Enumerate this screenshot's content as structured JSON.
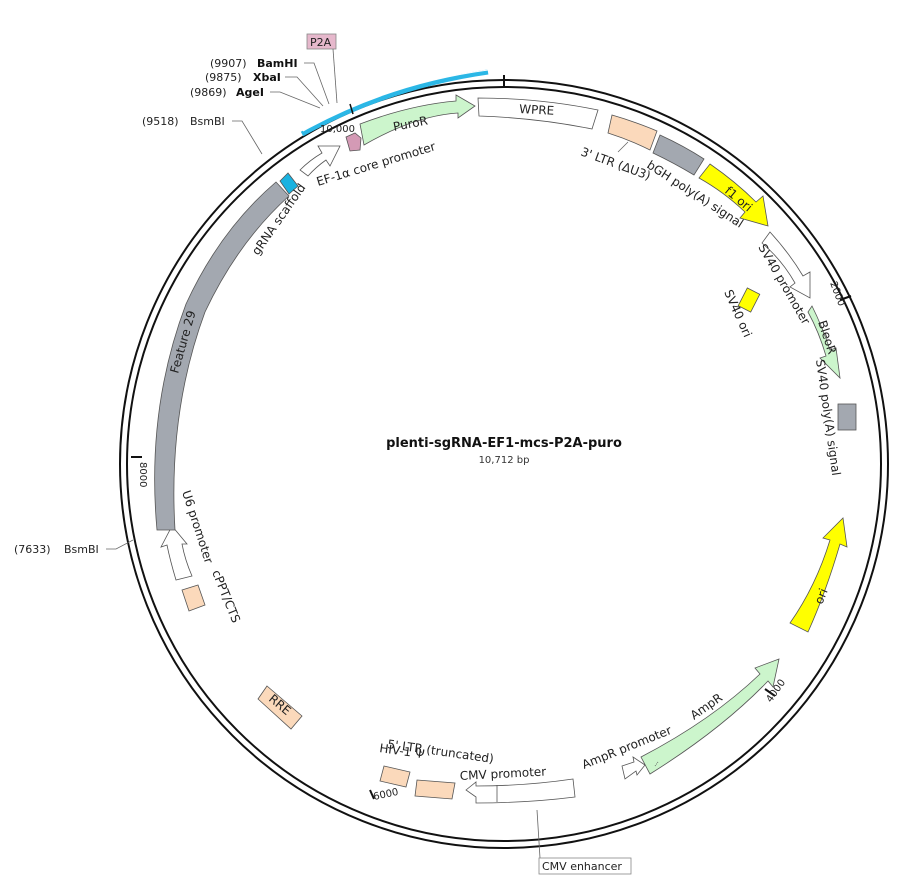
{
  "plasmid": {
    "name": "plenti-sgRNA-EF1-mcs-P2A-puro",
    "length_label": "10,712 bp",
    "total_bp": 10712
  },
  "ticks": [
    {
      "bp": 0,
      "label": ""
    },
    {
      "bp": 2000,
      "label": "2000"
    },
    {
      "bp": 4000,
      "label": "4000"
    },
    {
      "bp": 6000,
      "label": "6000"
    },
    {
      "bp": 8000,
      "label": "8000"
    },
    {
      "bp": 10000,
      "label": "10,000"
    }
  ],
  "restriction_sites": [
    {
      "pos": "(9907)",
      "name": "BamHI",
      "bold": true
    },
    {
      "pos": "(9875)",
      "name": "XbaI",
      "bold": true
    },
    {
      "pos": "(9869)",
      "name": "AgeI",
      "bold": true
    },
    {
      "pos": "(9518)",
      "name": "BsmBI",
      "bold": false
    },
    {
      "pos": "(7633)",
      "name": "BsmBI",
      "bold": false
    }
  ],
  "boxed_labels": {
    "p2a": "P2A",
    "cmv_enhancer": "CMV enhancer"
  },
  "features": [
    {
      "id": "puror",
      "label": "PuroR",
      "color": "#ccf5cc"
    },
    {
      "id": "wpre",
      "label": "WPRE",
      "color": "#ffffff"
    },
    {
      "id": "ltr3",
      "label": "3' LTR (ΔU3)",
      "color": "#fbd9bb"
    },
    {
      "id": "bgh",
      "label": "bGH poly(A) signal",
      "color": "#a3a8b0"
    },
    {
      "id": "f1ori",
      "label": "f1 ori",
      "color": "#ffff00"
    },
    {
      "id": "sv40prom",
      "label": "SV40 promoter",
      "color": "#ffffff"
    },
    {
      "id": "sv40ori",
      "label": "SV40 ori",
      "color": "#ffff00"
    },
    {
      "id": "bleor",
      "label": "BleoR",
      "color": "#ccf5cc"
    },
    {
      "id": "sv40pa",
      "label": "SV40 poly(A) signal",
      "color": "#a3a8b0"
    },
    {
      "id": "ori",
      "label": "ori",
      "color": "#ffff00"
    },
    {
      "id": "ampr",
      "label": "AmpR",
      "color": "#ccf5cc"
    },
    {
      "id": "ampr_prom",
      "label": "AmpR promoter",
      "color": "#ffffff"
    },
    {
      "id": "cmv_prom",
      "label": "CMV promoter",
      "color": "#ffffff"
    },
    {
      "id": "ltr5",
      "label": "5' LTR (truncated)",
      "color": "#fbd9bb"
    },
    {
      "id": "hiv",
      "label": "HIV-1 Ψ",
      "color": "#fbd9bb"
    },
    {
      "id": "rre",
      "label": "RRE",
      "color": "#fbd9bb"
    },
    {
      "id": "cppt",
      "label": "cPPT/CTS",
      "color": "#fbd9bb"
    },
    {
      "id": "u6",
      "label": "U6 promoter",
      "color": "#ffffff"
    },
    {
      "id": "feature29",
      "label": "Feature 29",
      "color": "#a3a8b0"
    },
    {
      "id": "grna",
      "label": "gRNA scaffold",
      "color": "#1ab2e0"
    },
    {
      "id": "ef1a",
      "label": "EF-1α core promoter",
      "color": "#ffffff"
    },
    {
      "id": "p2a_feat",
      "label": "",
      "color": "#d49ab5"
    },
    {
      "id": "mcs",
      "label": "",
      "color": "#3cbde8"
    }
  ]
}
